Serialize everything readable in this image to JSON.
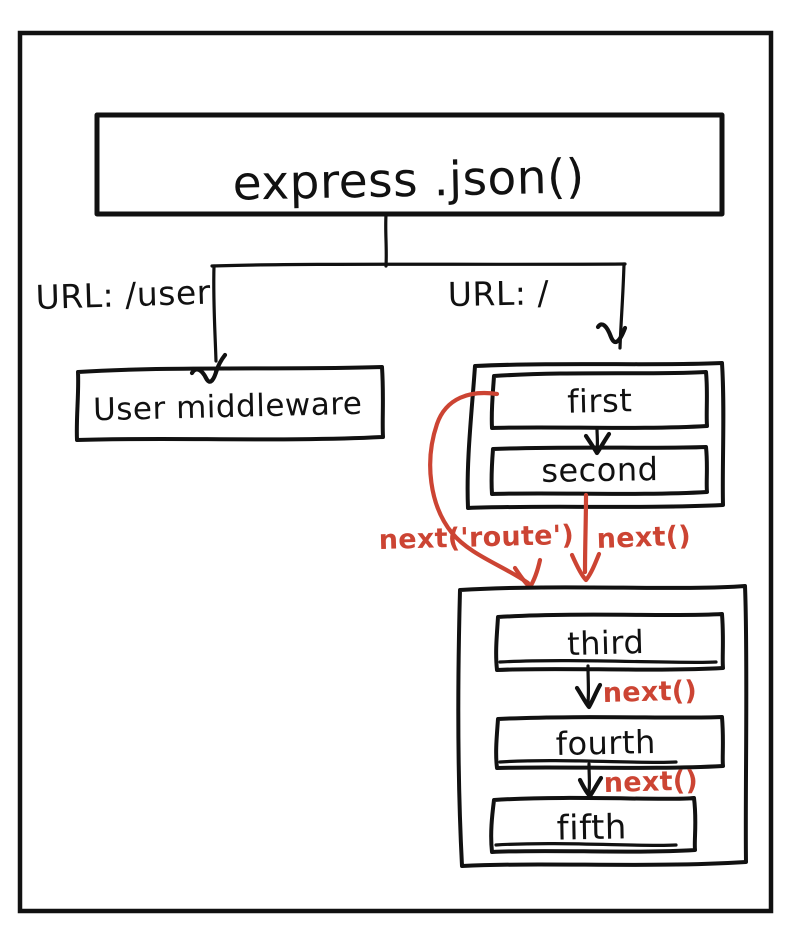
{
  "diagram": {
    "title_box": {
      "label": "express .json()"
    },
    "branches": [
      {
        "id": "left",
        "label": "URL: /user"
      },
      {
        "id": "right",
        "label": "URL: /"
      }
    ],
    "user_middleware": {
      "label": "User middleware"
    },
    "route_stack_top": {
      "items": [
        {
          "label": "first"
        },
        {
          "label": "second"
        }
      ],
      "internal_arrow_label": ""
    },
    "route_stack_bottom": {
      "items": [
        {
          "label": "third"
        },
        {
          "label": "fourth"
        },
        {
          "label": "fifth"
        }
      ]
    },
    "annotations": [
      {
        "id": "next-route",
        "label": "next('route')",
        "color": "#cc4433"
      },
      {
        "id": "next-from-second",
        "label": "next()",
        "color": "#cc4433"
      },
      {
        "id": "next-third-fourth",
        "label": "next()",
        "color": "#cc4433"
      },
      {
        "id": "next-fourth-fifth",
        "label": "next()",
        "color": "#cc4433"
      }
    ],
    "colors": {
      "ink": "#111111",
      "accent_red": "#cc4433",
      "background": "#ffffff"
    }
  }
}
